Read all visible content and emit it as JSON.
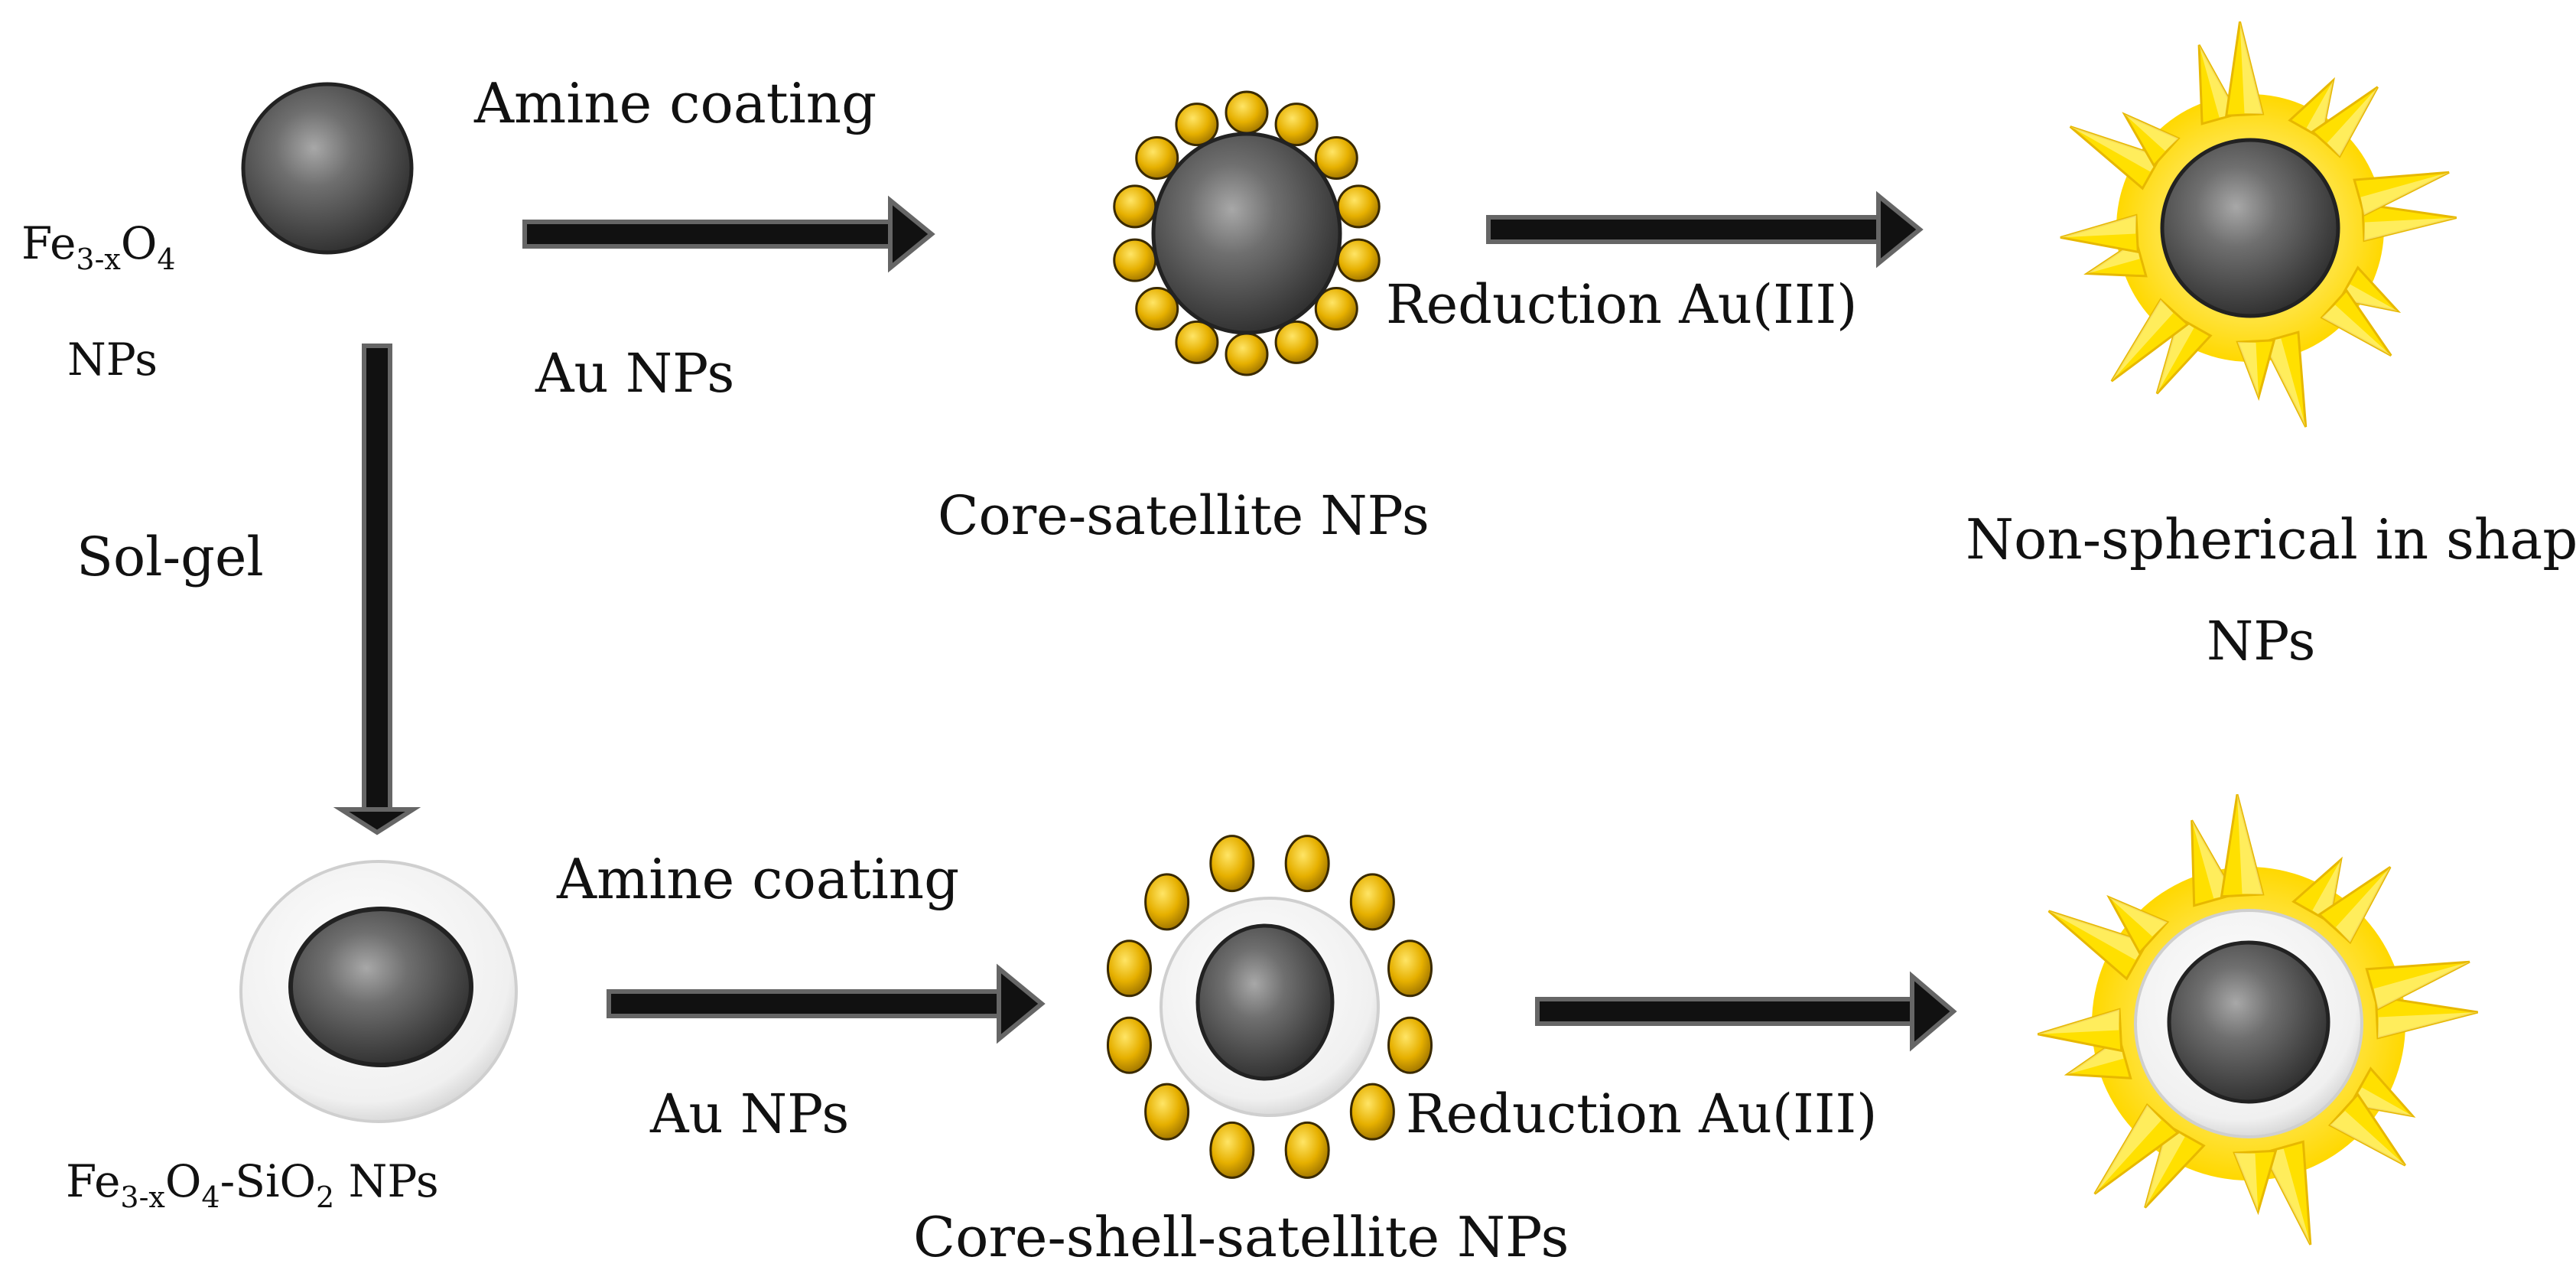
{
  "labels": {
    "fe_np_line1": "Fe",
    "fe_np_sub1": "3-x",
    "fe_np_mid": "O",
    "fe_np_sub2": "4",
    "fe_np_line2": "NPs",
    "sol_gel": "Sol-gel",
    "amine_top": "Amine coating",
    "au_top": "Au NPs",
    "core_satellite": "Core-satellite NPs",
    "reduction_top": "Reduction Au(III)",
    "nonspherical_line1": "Non-spherical in shape",
    "nonspherical_line2": "NPs",
    "amine_bottom": "Amine coating",
    "au_bottom": "Au NPs",
    "core_shell_satellite": "Core-shell-satellite NPs",
    "reduction_bottom": "Reduction Au(III)",
    "fesio_a": "Fe",
    "fesio_sub1": "3-x",
    "fesio_b": "O",
    "fesio_sub2": "4",
    "fesio_c": "-SiO",
    "fesio_sub3": "2",
    "fesio_d": " NPs"
  },
  "colors": {
    "core": "#4a4a4a",
    "gold": "#d9a300",
    "star": "#ffe000",
    "arrow": "#111111",
    "shell": "#f2f2f2"
  }
}
